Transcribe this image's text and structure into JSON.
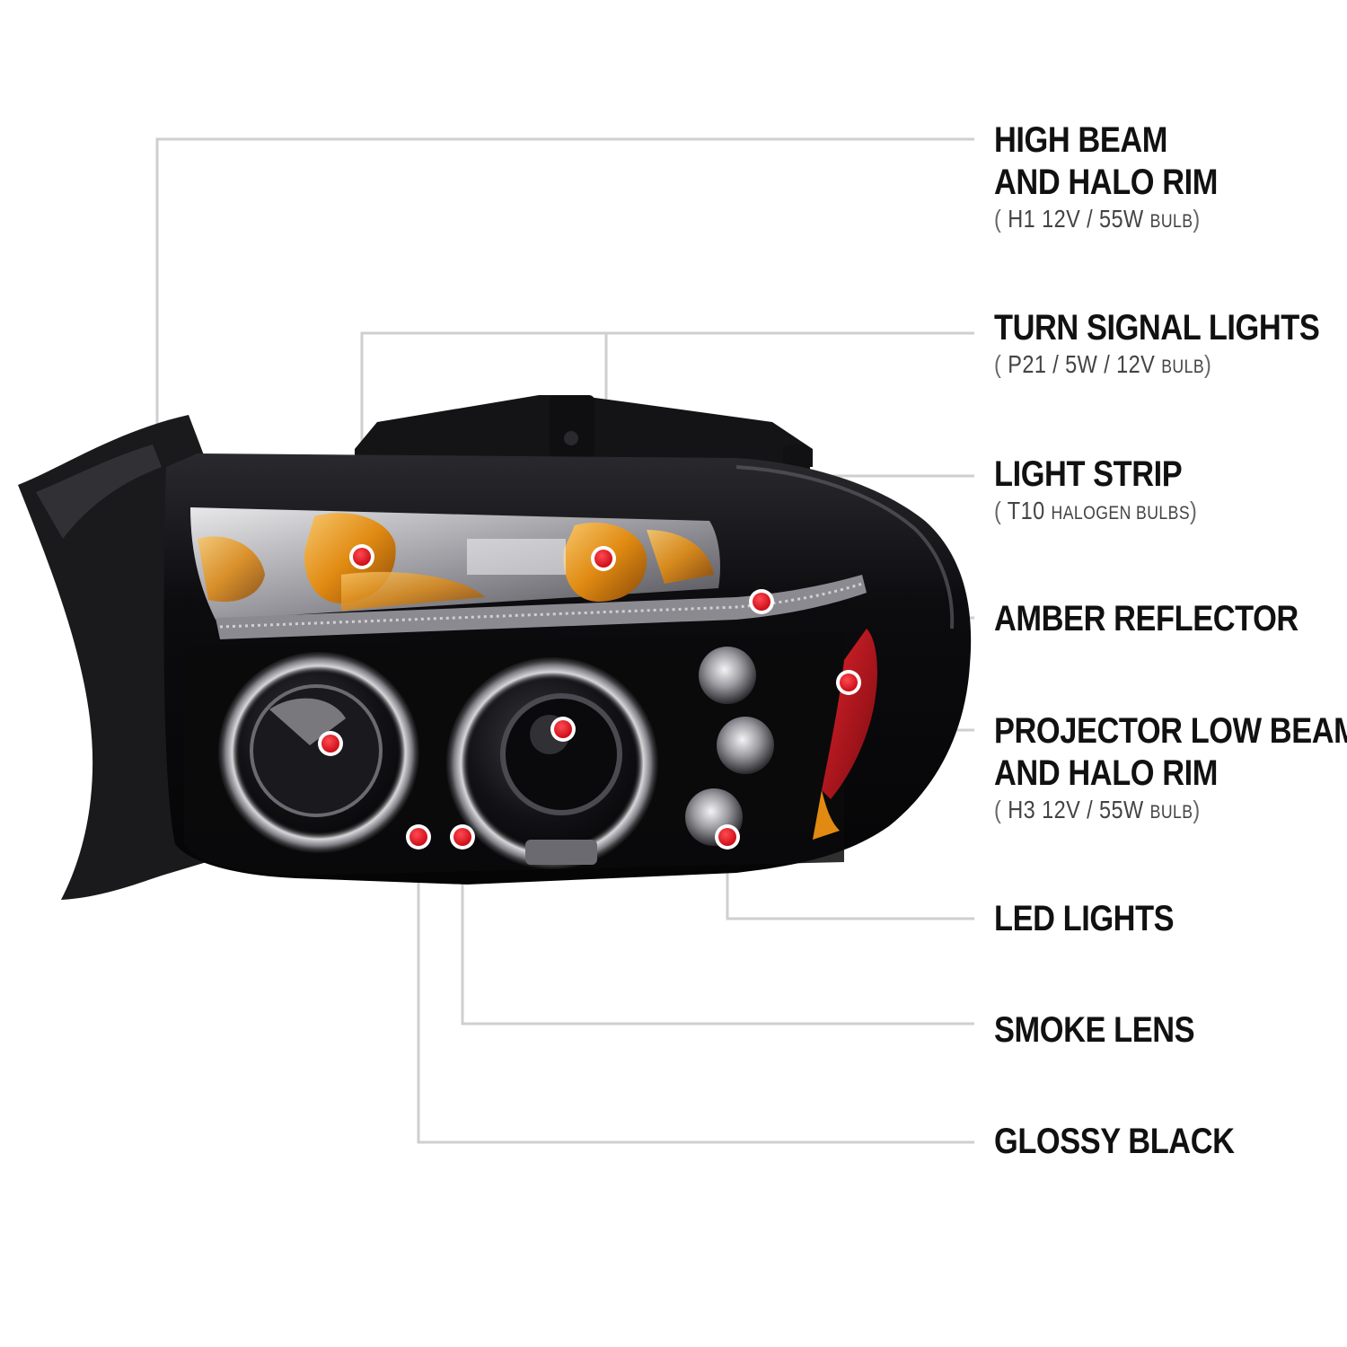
{
  "colors": {
    "leader_line": "#cfcfcf",
    "marker": "#e3101c",
    "marker_ring": "#ffffff",
    "housing": "#0b0b0d",
    "amber": "#e08a12",
    "reflector_red": "#c4141c"
  },
  "callouts": [
    {
      "id": "high-beam",
      "title_lines": [
        "HIGH BEAM",
        "AND HALO RIM"
      ],
      "spec": {
        "open": "(",
        "main": "H1   12V / 55W",
        "small": "BULB",
        "close": ")"
      }
    },
    {
      "id": "turn-signal",
      "title_lines": [
        "TURN SIGNAL LIGHTS"
      ],
      "spec": {
        "open": "(",
        "main": "P21  / 5W / 12V",
        "small": "BULB",
        "close": ")"
      }
    },
    {
      "id": "light-strip",
      "title_lines": [
        "LIGHT STRIP"
      ],
      "spec": {
        "open": "(",
        "main": "T10",
        "small": "HALOGEN BULBS",
        "close": ")"
      }
    },
    {
      "id": "amber-reflector",
      "title_lines": [
        "AMBER REFLECTOR"
      ]
    },
    {
      "id": "projector-low-beam",
      "title_lines": [
        "PROJECTOR LOW BEAM",
        "AND HALO RIM"
      ],
      "spec": {
        "open": "(",
        "main": "H3  12V / 55W",
        "small": "BULB",
        "close": ")"
      }
    },
    {
      "id": "led-lights",
      "title_lines": [
        "LED LIGHTS"
      ]
    },
    {
      "id": "smoke-lens",
      "title_lines": [
        "SMOKE LENS"
      ]
    },
    {
      "id": "glossy-black",
      "title_lines": [
        "GLOSSY BLACK"
      ]
    }
  ]
}
